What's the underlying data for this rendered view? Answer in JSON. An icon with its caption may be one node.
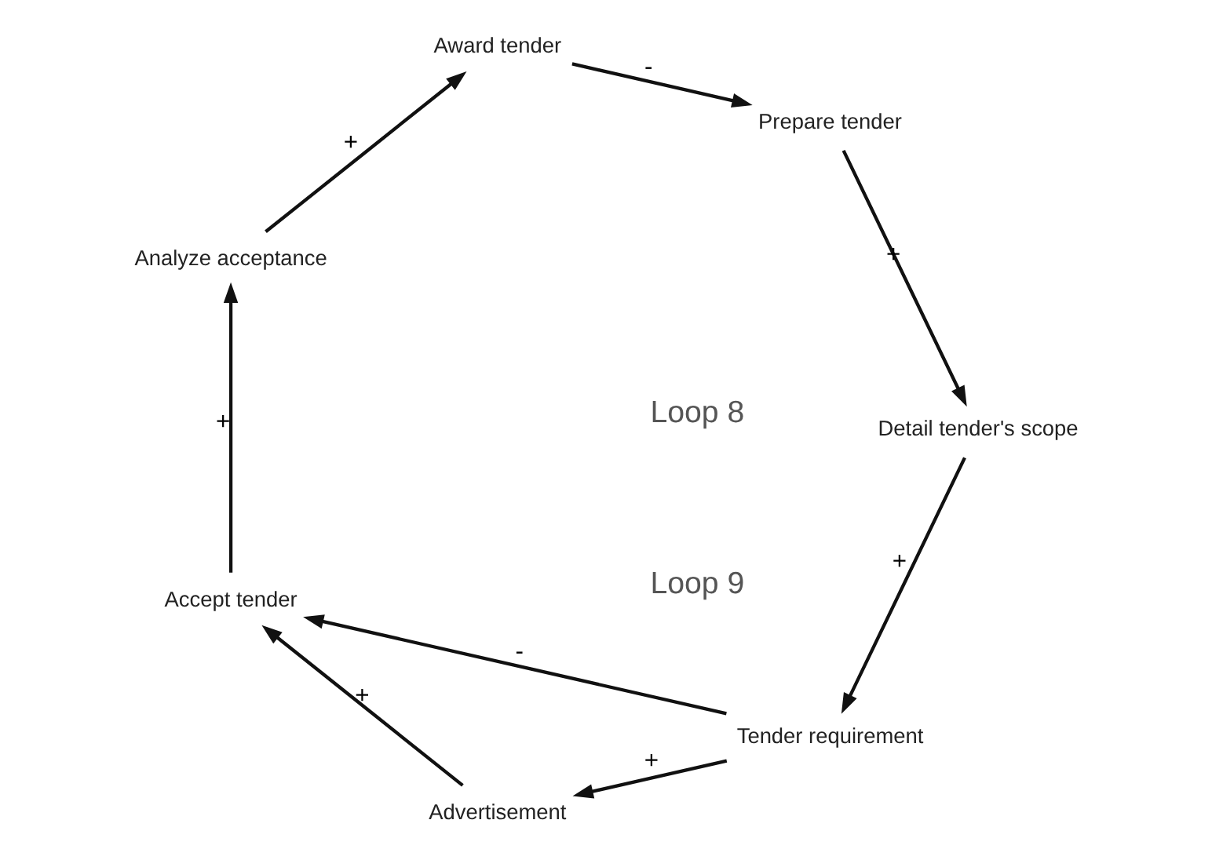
{
  "diagram": {
    "nodes": [
      {
        "text": [
          "Detail tender's scope"
        ]
      },
      {
        "text": [
          "Tender requirement"
        ]
      },
      {
        "text": [
          "Prepare tender"
        ]
      },
      {
        "text": [
          "Advertisement"
        ]
      },
      {
        "text": [
          "Award tender"
        ]
      },
      {
        "text": [
          "Analyze acceptance"
        ]
      },
      {
        "text": [
          "Accept tender"
        ]
      }
    ],
    "edges": [
      {
        "from": 2,
        "to": 0,
        "arrow": "to",
        "label": "+"
      },
      {
        "from": 0,
        "to": 1,
        "arrow": "to",
        "label": "+"
      },
      {
        "from": 1,
        "to": 3,
        "arrow": "to",
        "label": "+"
      },
      {
        "from": 1,
        "to": 6,
        "arrow": "to",
        "label": "-"
      },
      {
        "from": 3,
        "to": 6,
        "arrow": "to",
        "label": "+"
      },
      {
        "from": 6,
        "to": 5,
        "arrow": "to",
        "label": "+"
      },
      {
        "from": 5,
        "to": 4,
        "arrow": "to",
        "label": "+"
      },
      {
        "from": 4,
        "to": 2,
        "arrow": "to",
        "label": "-"
      }
    ],
    "labels": [
      "Loop 8",
      "Loop 9"
    ]
  }
}
